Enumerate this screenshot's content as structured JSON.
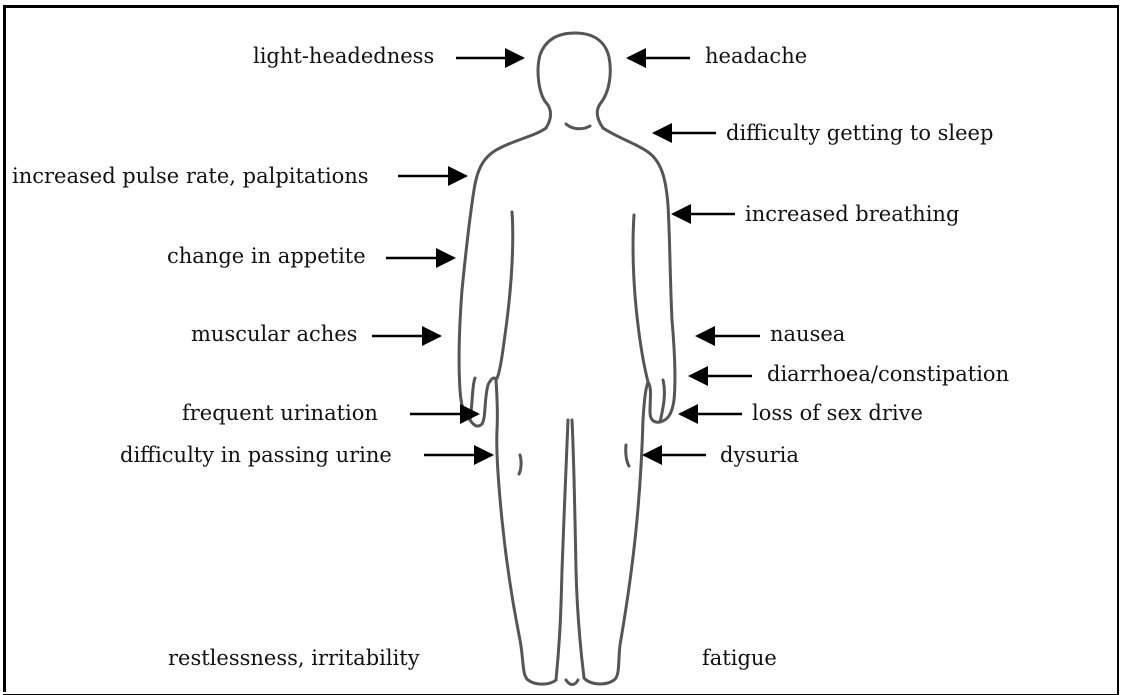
{
  "labels": {
    "light_headedness": "light-headedness",
    "headache": "headache",
    "difficulty_sleep": "difficulty getting to sleep",
    "pulse": "increased pulse rate, palpitations",
    "breathing": "increased breathing",
    "appetite": "change in appetite",
    "muscular": "muscular aches",
    "nausea": "nausea",
    "diarrhoea": "diarrhoea/constipation",
    "urination": "frequent urination",
    "sex_drive": "loss of sex drive",
    "passing_urine": "difficulty in passing urine",
    "dysuria": "dysuria",
    "restlessness": "restlessness, irritability",
    "fatigue": "fatigue"
  }
}
